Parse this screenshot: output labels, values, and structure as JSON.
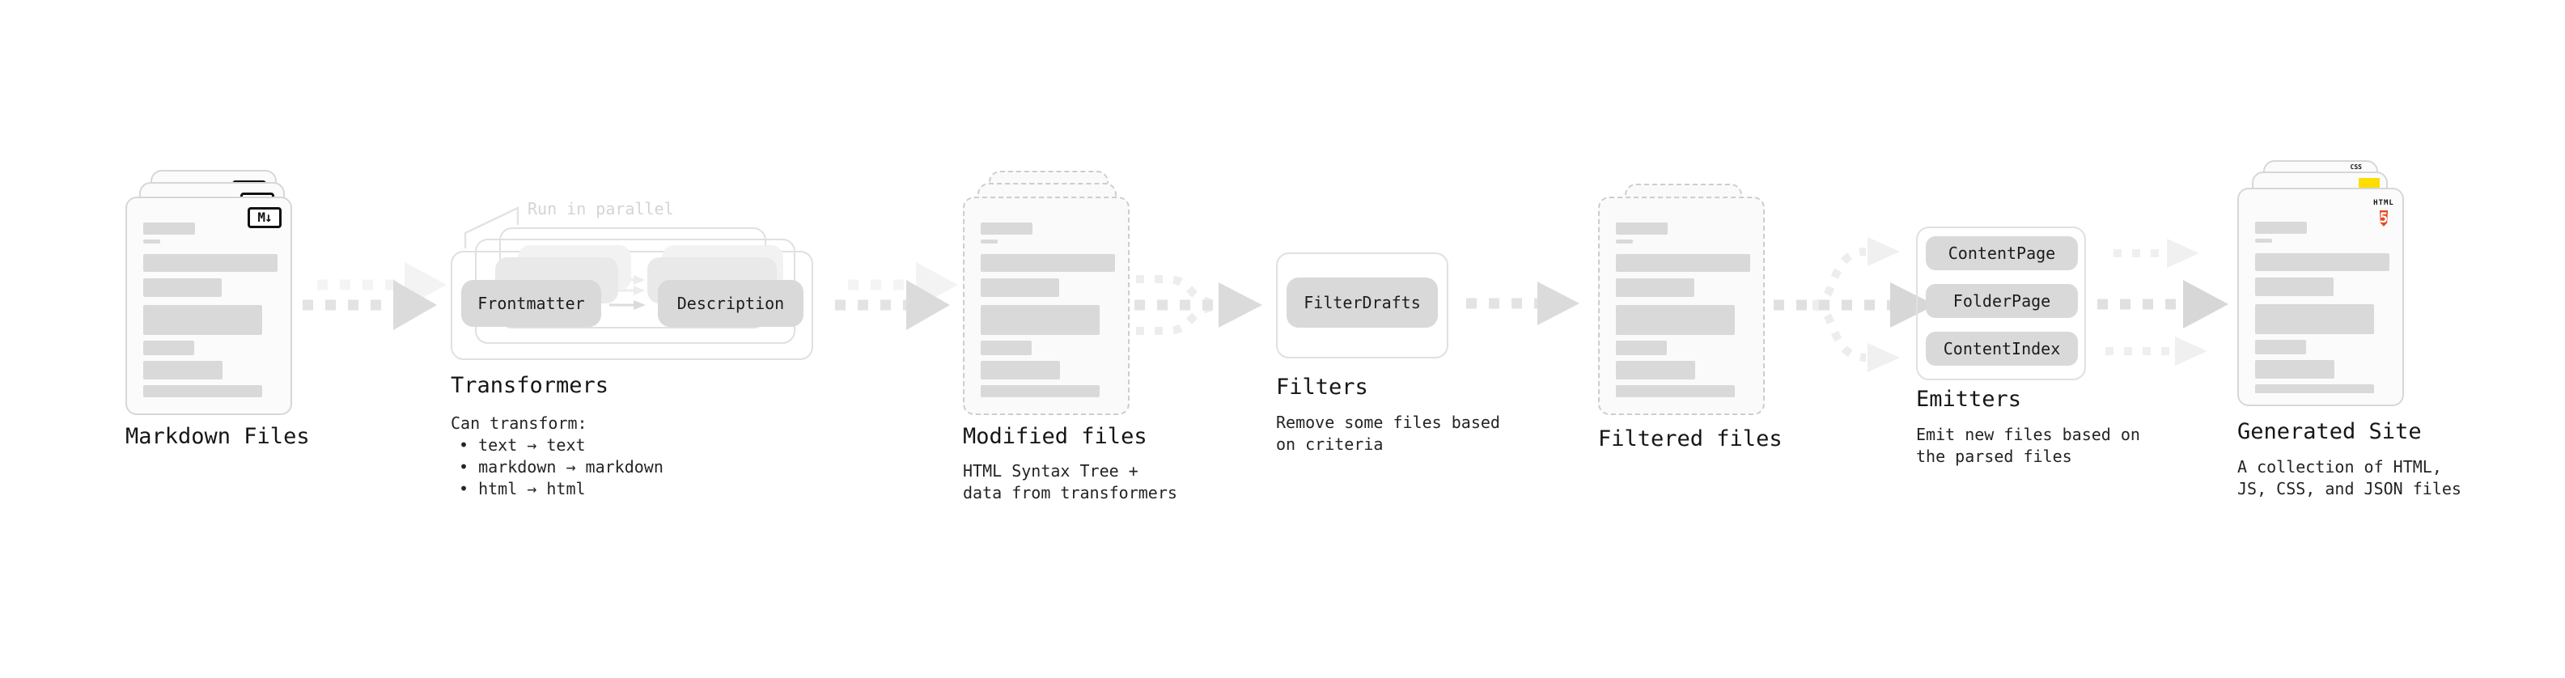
{
  "diagram": {
    "markdown_files": {
      "title": "Markdown Files",
      "file_badge": "M↓"
    },
    "transformers": {
      "annotation": "Run in parallel",
      "input_pill": "Frontmatter",
      "output_pill": "Description",
      "title": "Transformers",
      "description_lines": [
        "Can transform:",
        "• text → text",
        "• markdown → markdown",
        "• html → html"
      ]
    },
    "modified_files": {
      "title": "Modified files",
      "description_lines": [
        "HTML Syntax Tree +",
        "data from transformers"
      ]
    },
    "filters": {
      "pill": "FilterDrafts",
      "title": "Filters",
      "description_lines": [
        "Remove some files based",
        "on criteria"
      ]
    },
    "filtered_files": {
      "title": "Filtered files"
    },
    "emitters": {
      "pills": [
        "ContentPage",
        "FolderPage",
        "ContentIndex"
      ],
      "title": "Emitters",
      "description_lines": [
        "Emit new files based on",
        "the parsed files"
      ]
    },
    "generated_site": {
      "title": "Generated Site",
      "description_lines": [
        "A collection of HTML,",
        "JS, CSS, and JSON files"
      ],
      "file_badges": {
        "html_label": "HTML",
        "html_number": "5",
        "css_label": "CSS"
      }
    },
    "colors": {
      "html5_orange": "#e44d26",
      "js_yellow": "#ffdd00",
      "css_blue": "#2f6ae0"
    }
  }
}
